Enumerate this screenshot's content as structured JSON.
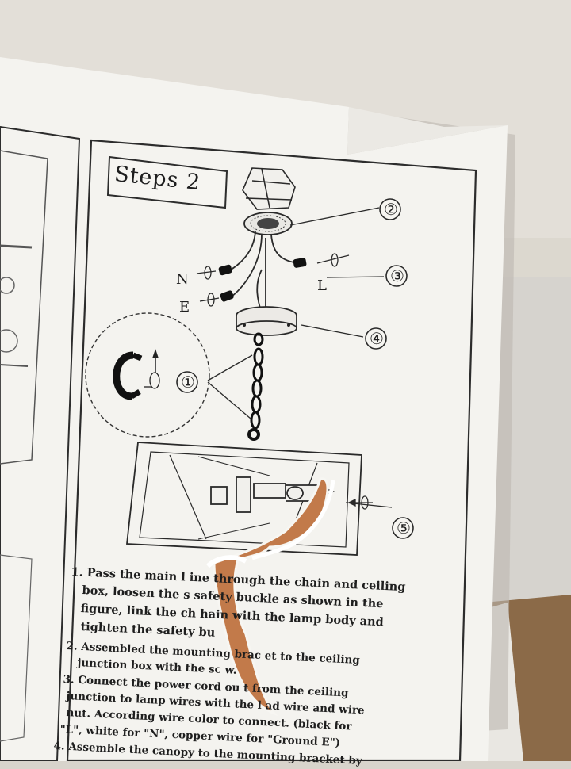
{
  "manual": {
    "section_title": "Steps 2",
    "callouts": [
      "①",
      "②",
      "③",
      "④",
      "⑤"
    ],
    "wire_labels": {
      "n": "N",
      "e": "E",
      "l": "L"
    },
    "instructions": [
      {
        "line": "1. Pass the main l      ine through the chain and ceiling"
      },
      {
        "line": "box, loosen the s      safety buckle as shown in the"
      },
      {
        "line": "figure, link the ch      hain with the lamp body and"
      },
      {
        "line": "tighten the safety bu"
      },
      {
        "line": "2. Assembled the mounting brac    et to the ceiling"
      },
      {
        "line": "junction box with the sc  w."
      },
      {
        "line": "3. Connect the power cord ou  t from the ceiling"
      },
      {
        "line": "junction to lamp wires with the l   ad wire and wire"
      },
      {
        "line": "nut. According wire color to connect.  (black for"
      },
      {
        "line": "\"L\", white for \"N\", copper wire for \"Ground E\")"
      },
      {
        "line": "4. Assemble the canopy to the mounting bracket by"
      }
    ]
  },
  "colors": {
    "paper": "#f4f3ef",
    "ink": "#2a2a2a",
    "wall": "#dcd8d0",
    "tear": "#c27a4a"
  }
}
